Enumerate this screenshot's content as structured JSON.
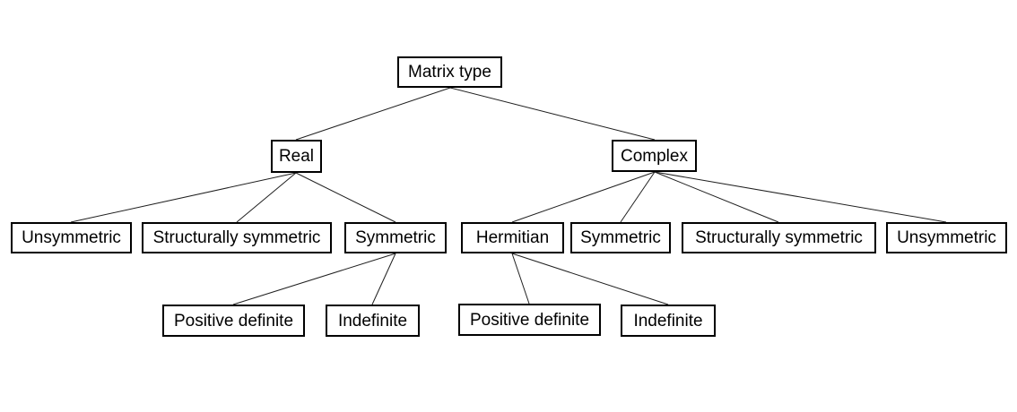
{
  "diagram": {
    "type": "tree",
    "nodes": {
      "matrix_type": {
        "label": "Matrix type"
      },
      "real": {
        "label": "Real"
      },
      "complex": {
        "label": "Complex"
      },
      "unsymmetric_real": {
        "label": "Unsymmetric"
      },
      "structurally_symmetric_real": {
        "label": "Structurally symmetric"
      },
      "symmetric_real": {
        "label": "Symmetric"
      },
      "hermitian": {
        "label": "Hermitian"
      },
      "symmetric_complex": {
        "label": "Symmetric"
      },
      "structurally_symmetric_complex": {
        "label": "Structurally symmetric"
      },
      "unsymmetric_complex": {
        "label": "Unsymmetric"
      },
      "positive_definite_real": {
        "label": "Positive definite"
      },
      "indefinite_real": {
        "label": "Indefinite"
      },
      "positive_definite_complex": {
        "label": "Positive definite"
      },
      "indefinite_complex": {
        "label": "Indefinite"
      }
    },
    "hierarchy": {
      "matrix_type": [
        "real",
        "complex"
      ],
      "real": [
        "unsymmetric_real",
        "structurally_symmetric_real",
        "symmetric_real"
      ],
      "symmetric_real": [
        "positive_definite_real",
        "indefinite_real"
      ],
      "complex": [
        "hermitian",
        "symmetric_complex",
        "structurally_symmetric_complex",
        "unsymmetric_complex"
      ],
      "hermitian": [
        "positive_definite_complex",
        "indefinite_complex"
      ]
    },
    "colors": {
      "background": "#ffffff",
      "box_border": "#000000",
      "connector": "#1f1f1f",
      "text": "#000000"
    }
  }
}
